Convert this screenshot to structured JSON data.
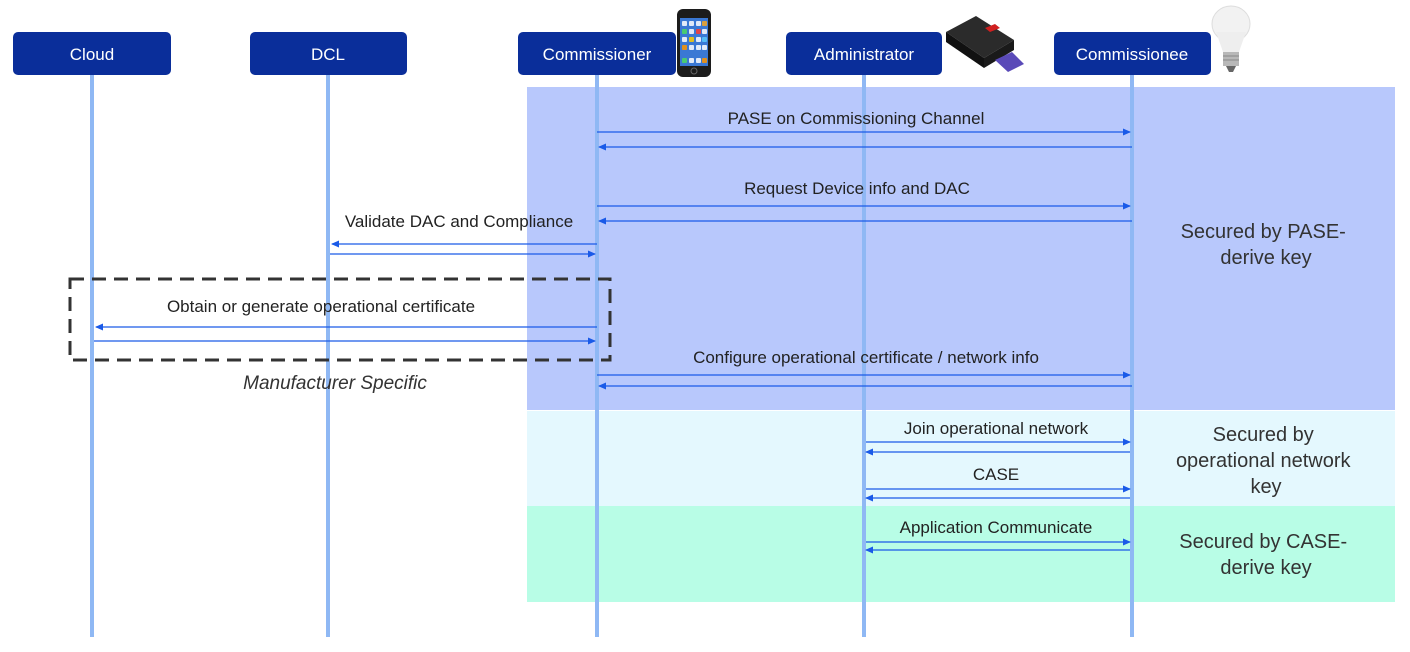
{
  "diagram": {
    "actors": [
      {
        "id": "cloud",
        "label": "Cloud"
      },
      {
        "id": "dcl",
        "label": "DCL"
      },
      {
        "id": "commissioner",
        "label": "Commissioner",
        "icon": "smartphone-icon"
      },
      {
        "id": "administrator",
        "label": "Administrator",
        "icon": "hub-device-icon"
      },
      {
        "id": "commissionee",
        "label": "Commissionee",
        "icon": "light-bulb-icon"
      }
    ],
    "zones": {
      "pase": {
        "text_line1": "Secured by PASE-",
        "text_line2": "derive key",
        "color": "#b8c8fc"
      },
      "network": {
        "text_line1": "Secured by",
        "text_line2": "operational network",
        "text_line3": "key",
        "color": "#e4f8fe"
      },
      "case": {
        "text_line1": "Secured by CASE-",
        "text_line2": "derive key",
        "color": "#b8fde6"
      }
    },
    "manufacturer_box": {
      "label": "Manufacturer Specific"
    },
    "messages": [
      {
        "id": "pase",
        "label": "PASE on Commissioning Channel"
      },
      {
        "id": "request-device-info",
        "label": "Request Device info and DAC"
      },
      {
        "id": "validate-dac",
        "label": "Validate DAC and Compliance"
      },
      {
        "id": "obtain-cert",
        "label": "Obtain or generate operational certificate"
      },
      {
        "id": "configure-cert",
        "label": "Configure operational certificate / network info"
      },
      {
        "id": "join-network",
        "label": "Join operational network"
      },
      {
        "id": "case",
        "label": "CASE"
      },
      {
        "id": "app-communicate",
        "label": "Application Communicate"
      }
    ],
    "colors": {
      "actor_box": "#0a2e9a",
      "lifeline": "#8fb8f4",
      "arrow": "#1a5ae8"
    }
  }
}
